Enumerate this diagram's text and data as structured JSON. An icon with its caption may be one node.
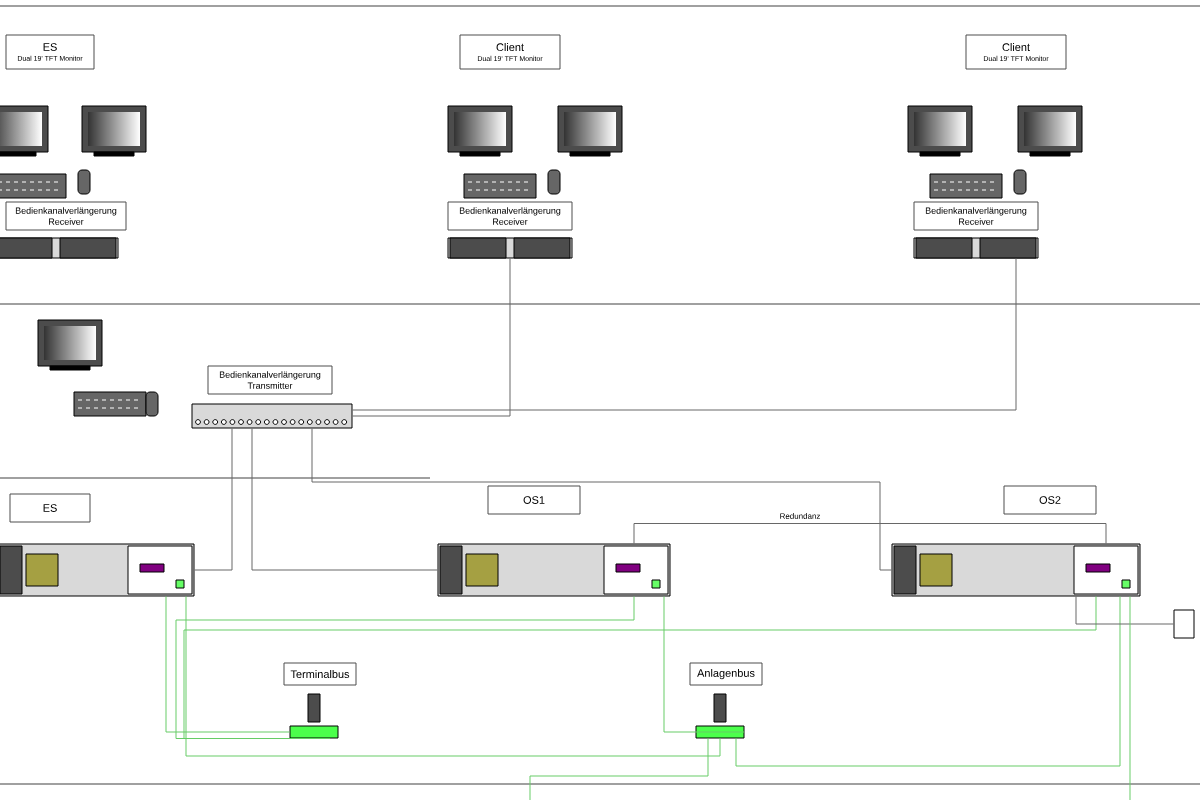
{
  "diagram": {
    "nodes": [
      {
        "text": [
          "ES",
          "Dual 19' TFT Monitor"
        ]
      },
      {
        "text": [
          "Client",
          "Dual 19' TFT Monitor"
        ]
      },
      {
        "text": [
          "Client",
          "Dual 19' TFT Monitor"
        ]
      },
      {
        "text": [
          "Bedienkanalverlängerung Receiver"
        ]
      },
      {
        "text": [
          "Bedienkanalverlängerung Receiver"
        ]
      },
      {
        "text": [
          "Bedienkanalverlängerung Receiver"
        ]
      },
      {
        "text": [
          "Bedienkanalverlängerung Transmitter"
        ]
      },
      {
        "text": [
          "ES"
        ]
      },
      {
        "text": [
          "OS1"
        ]
      },
      {
        "text": [
          "OS2"
        ]
      },
      {
        "text": [
          "Terminalbus"
        ]
      },
      {
        "text": [
          "Anlagenbus"
        ]
      },
      {
        "text": [],
        "shape": "picture"
      },
      {
        "text": [],
        "shape": "picture"
      },
      {
        "text": [],
        "shape": "picture"
      },
      {
        "text": [],
        "shape": "picture"
      },
      {
        "text": [],
        "shape": "picture"
      },
      {
        "text": [],
        "shape": "box"
      },
      {
        "text": [],
        "shape": "picture"
      },
      {
        "text": [],
        "shape": "picture"
      },
      {
        "text": [],
        "shape": "picture"
      },
      {
        "text": [],
        "shape": "picture"
      }
    ],
    "edges": [
      {
        "from": 18,
        "to": 20,
        "arrow": "none",
        "color": "#666666"
      },
      {
        "from": 18,
        "to": 21,
        "arrow": "none",
        "color": "#666666"
      },
      {
        "from": 18,
        "to": 12,
        "arrow": "none",
        "color": "#666666"
      },
      {
        "from": 18,
        "to": 13,
        "arrow": "none",
        "color": "#666666"
      },
      {
        "from": 18,
        "to": 14,
        "arrow": "none",
        "color": "#666666"
      },
      {
        "from": 13,
        "to": 14,
        "arrow": "none",
        "label": "Redundanz",
        "color": "#666666"
      },
      {
        "from": 12,
        "to": 15,
        "arrow": "none"
      },
      {
        "from": 13,
        "to": 15,
        "arrow": "none"
      },
      {
        "from": 14,
        "to": 15,
        "arrow": "none"
      },
      {
        "from": 12,
        "to": 16,
        "arrow": "none"
      },
      {
        "from": 13,
        "to": 16,
        "arrow": "none"
      },
      {
        "from": 14,
        "to": 16,
        "arrow": "none"
      },
      {
        "from": 16,
        "to": null,
        "arrow": "none"
      },
      {
        "from": 14,
        "to": 17,
        "arrow": "none",
        "color": "#666666"
      },
      {
        "from": 14,
        "to": null,
        "arrow": "none"
      }
    ]
  }
}
